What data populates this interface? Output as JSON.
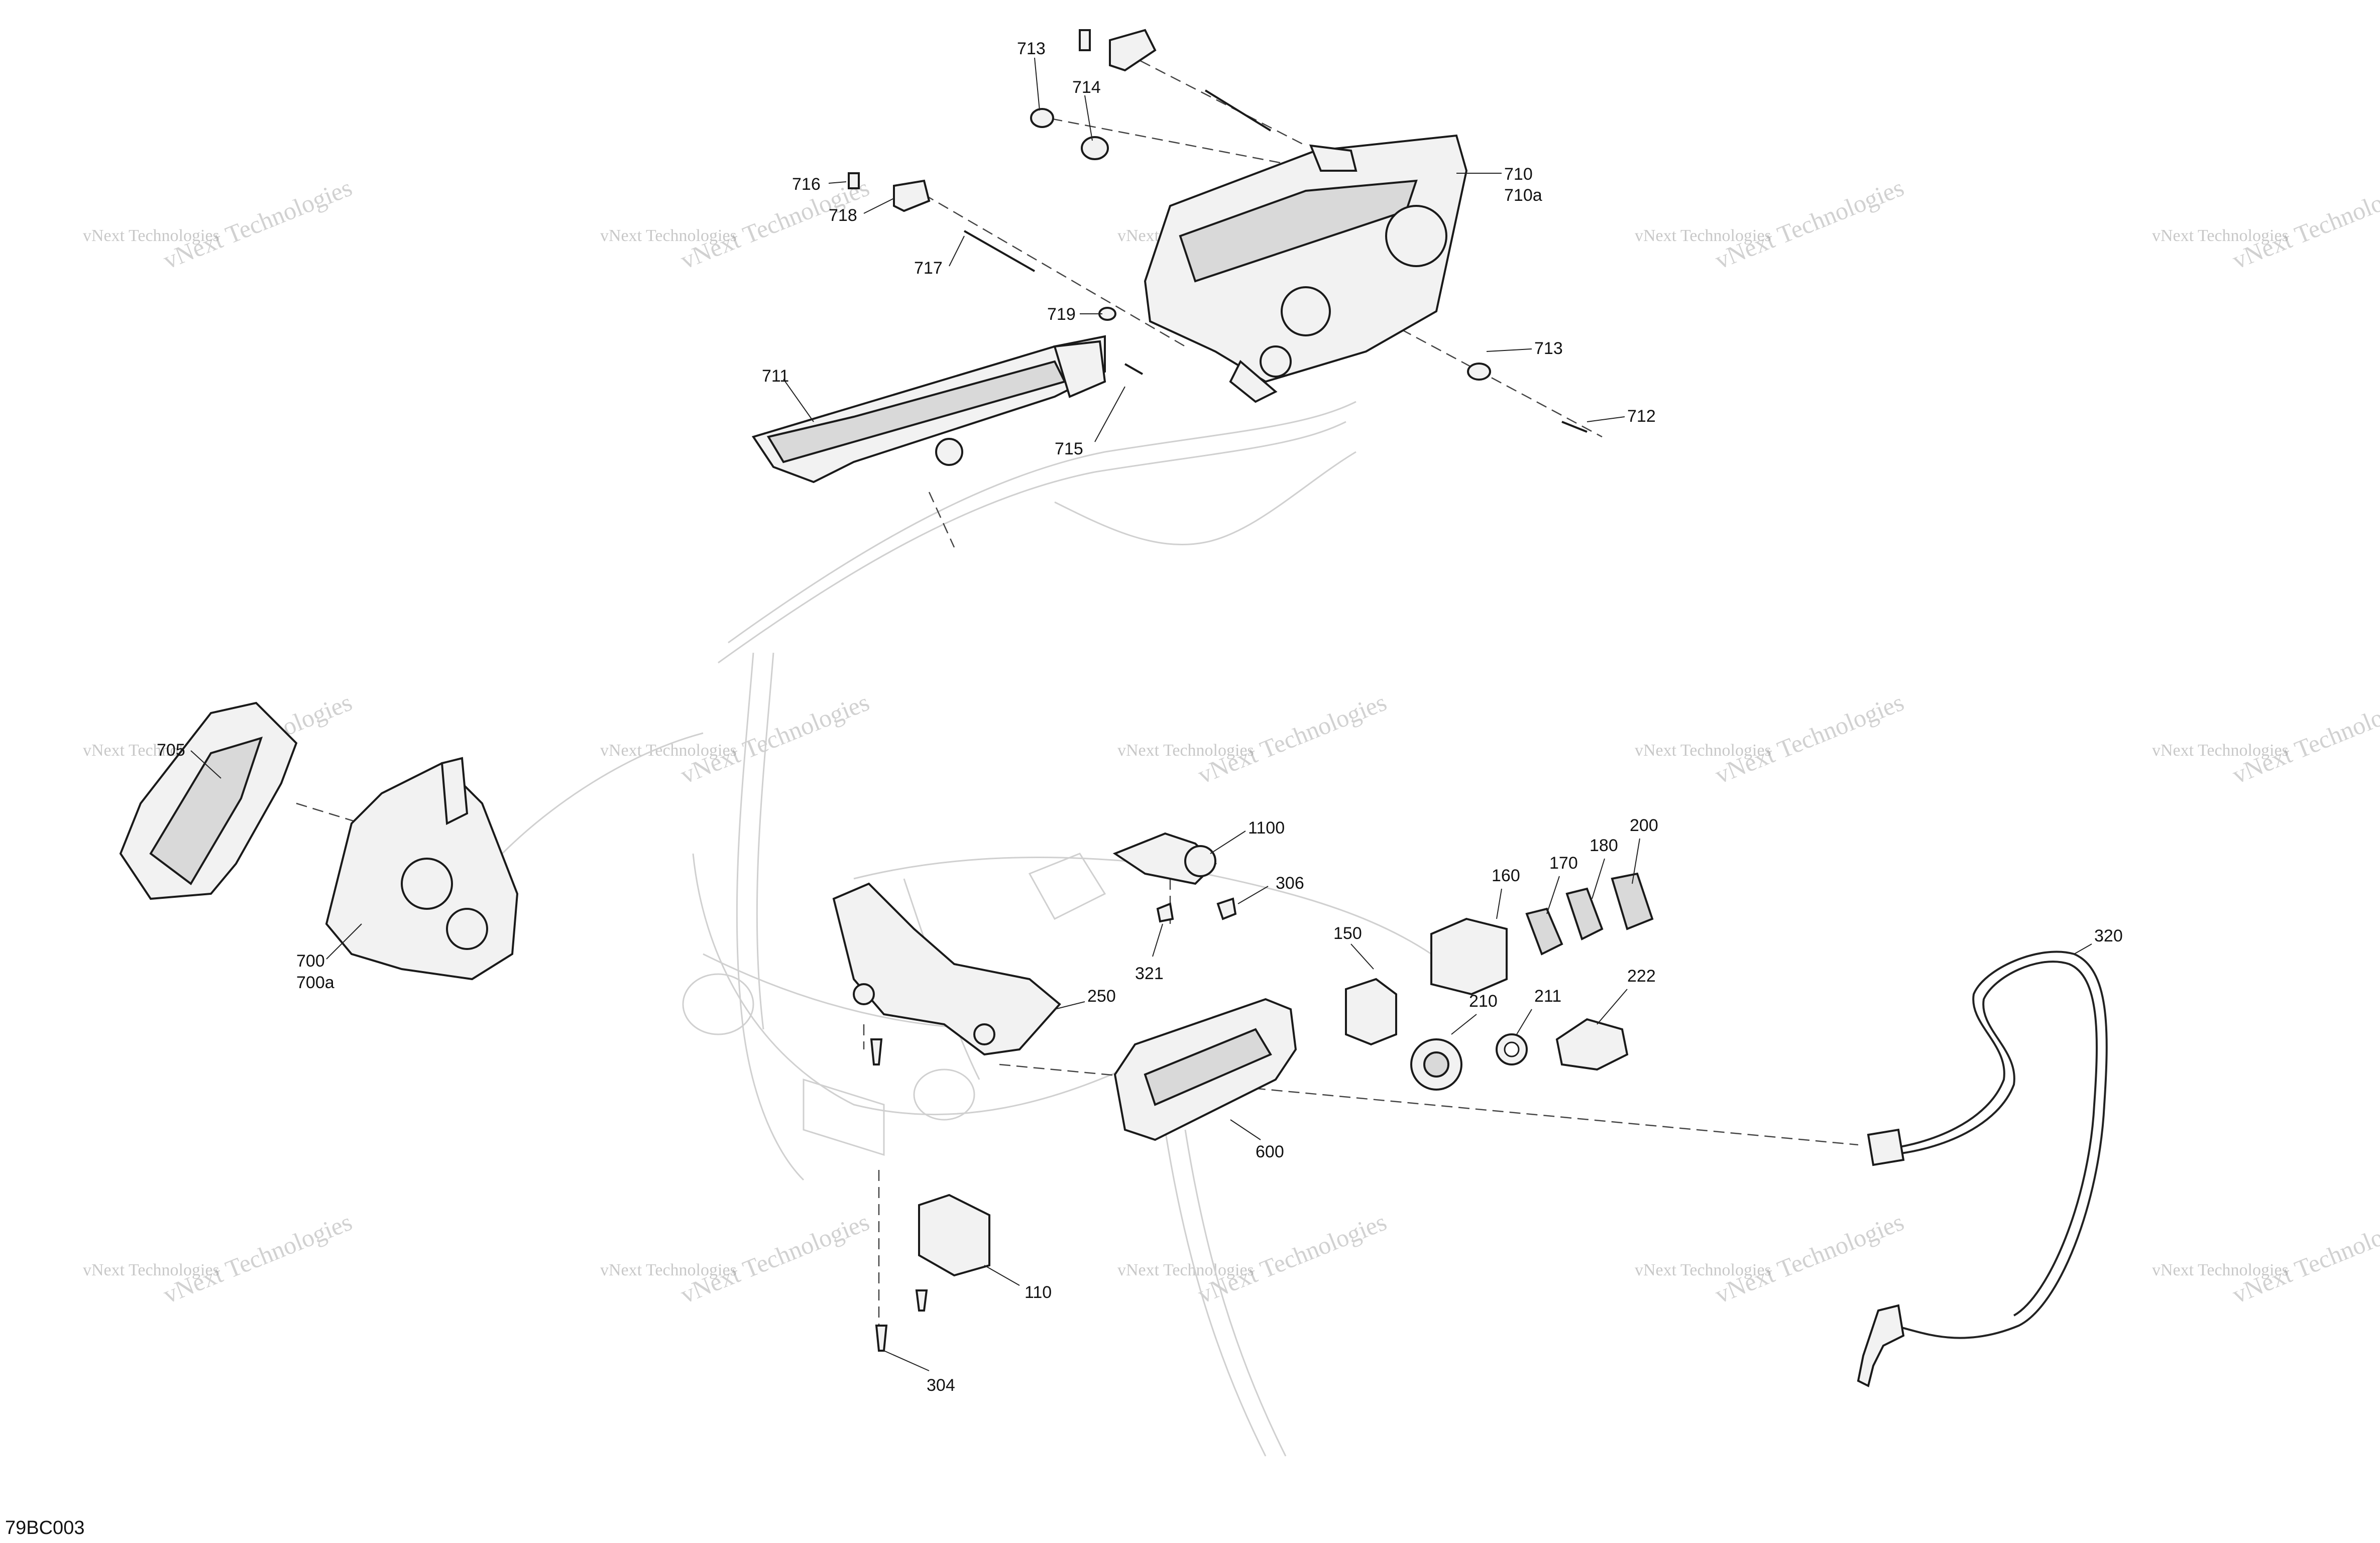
{
  "diagram_code": "79BC003",
  "watermark": {
    "line1": "vNext Technologies",
    "line2": "vNext Technologies"
  },
  "callouts": [
    {
      "id": "713-top",
      "text": "713"
    },
    {
      "id": "714",
      "text": "714"
    },
    {
      "id": "716",
      "text": "716"
    },
    {
      "id": "718",
      "text": "718"
    },
    {
      "id": "717",
      "text": "717"
    },
    {
      "id": "719",
      "text": "719"
    },
    {
      "id": "710",
      "text": "710"
    },
    {
      "id": "710a",
      "text": "710a"
    },
    {
      "id": "713-right",
      "text": "713"
    },
    {
      "id": "712",
      "text": "712"
    },
    {
      "id": "711",
      "text": "711"
    },
    {
      "id": "715",
      "text": "715"
    },
    {
      "id": "705",
      "text": "705"
    },
    {
      "id": "700",
      "text": "700"
    },
    {
      "id": "700a",
      "text": "700a"
    },
    {
      "id": "1100",
      "text": "1100"
    },
    {
      "id": "306",
      "text": "306"
    },
    {
      "id": "321",
      "text": "321"
    },
    {
      "id": "250",
      "text": "250"
    },
    {
      "id": "160",
      "text": "160"
    },
    {
      "id": "170",
      "text": "170"
    },
    {
      "id": "180",
      "text": "180"
    },
    {
      "id": "200",
      "text": "200"
    },
    {
      "id": "150",
      "text": "150"
    },
    {
      "id": "210",
      "text": "210"
    },
    {
      "id": "211",
      "text": "211"
    },
    {
      "id": "222",
      "text": "222"
    },
    {
      "id": "320",
      "text": "320"
    },
    {
      "id": "600",
      "text": "600"
    },
    {
      "id": "110",
      "text": "110"
    },
    {
      "id": "304",
      "text": "304"
    }
  ]
}
